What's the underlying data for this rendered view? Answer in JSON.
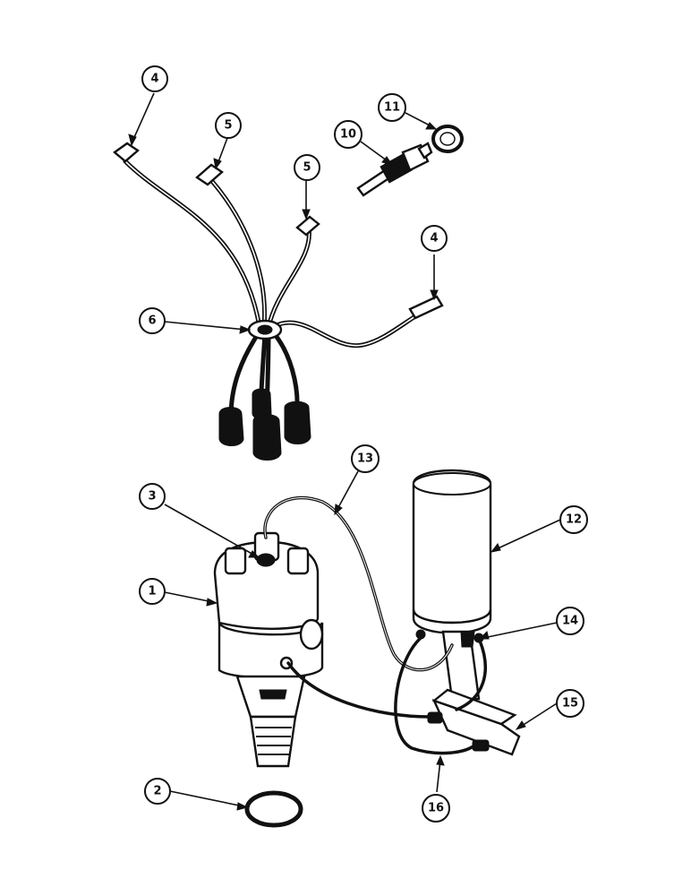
{
  "callouts": [
    {
      "id": "c4a",
      "label": "4"
    },
    {
      "id": "c5a",
      "label": "5"
    },
    {
      "id": "c5b",
      "label": "5"
    },
    {
      "id": "c10",
      "label": "10"
    },
    {
      "id": "c11",
      "label": "11"
    },
    {
      "id": "c4b",
      "label": "4"
    },
    {
      "id": "c6",
      "label": "6"
    },
    {
      "id": "c13",
      "label": "13"
    },
    {
      "id": "c3",
      "label": "3"
    },
    {
      "id": "c12",
      "label": "12"
    },
    {
      "id": "c1",
      "label": "1"
    },
    {
      "id": "c14",
      "label": "14"
    },
    {
      "id": "c15",
      "label": "15"
    },
    {
      "id": "c2",
      "label": "2"
    },
    {
      "id": "c16",
      "label": "16"
    }
  ],
  "colors": {
    "ink": "#111111",
    "paper": "#ffffff"
  }
}
